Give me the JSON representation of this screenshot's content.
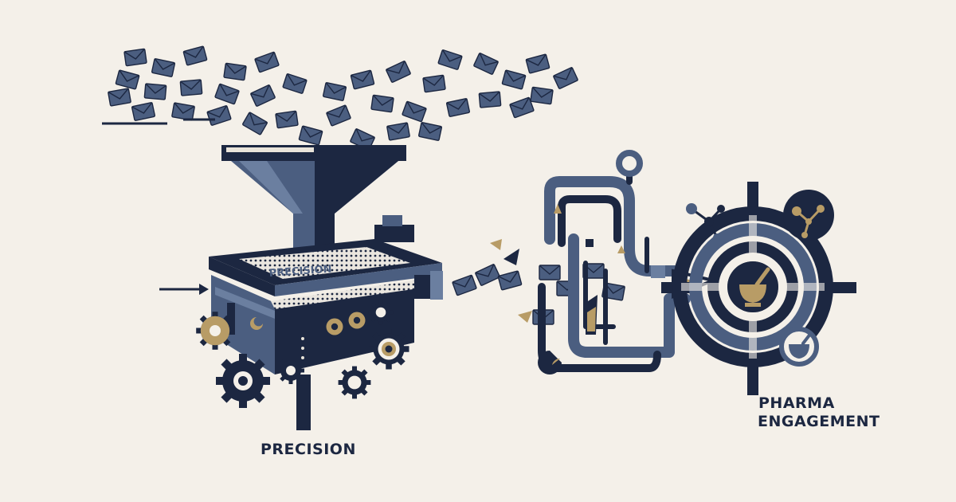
{
  "labels": {
    "left": "PRECISION",
    "right_line1": "PHARMA",
    "right_line2": "ENGAGEMENT",
    "screen_text": "PRECISION"
  },
  "colors": {
    "background": "#f4f0e9",
    "navy": "#1c2741",
    "slate": "#4b5e80",
    "steel": "#6b7fa0",
    "gold": "#b89c66",
    "light": "#e9e4da"
  },
  "icons": [
    "envelope-icon",
    "funnel-icon",
    "gear-icon",
    "arrow-icon",
    "pipe-icon",
    "target-icon",
    "mortar-pestle-icon",
    "molecule-icon"
  ]
}
